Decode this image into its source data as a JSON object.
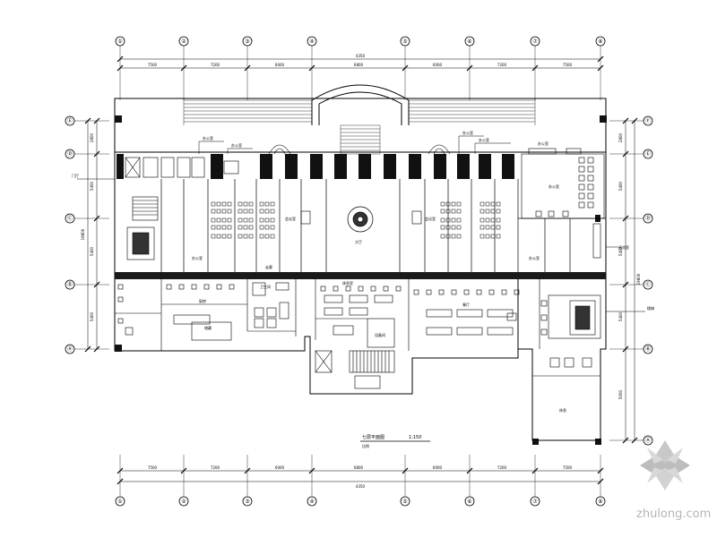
{
  "axis_labels_top": [
    "①",
    "②",
    "③",
    "④",
    "⑤",
    "⑥",
    "⑦",
    "⑧"
  ],
  "axis_labels_bottom": [
    "①",
    "②",
    "③",
    "④",
    "⑤",
    "⑥",
    "⑦",
    "⑧"
  ],
  "axis_labels_left": [
    "Ⓔ",
    "Ⓓ",
    "Ⓒ",
    "Ⓑ",
    "Ⓐ"
  ],
  "axis_labels_right": [
    "Ⓕ",
    "Ⓔ",
    "Ⓓ",
    "Ⓒ",
    "Ⓑ",
    "Ⓐ"
  ],
  "dims_top": {
    "total": "4350",
    "segments": [
      "7500",
      "7200",
      "6000",
      "6800",
      "6000",
      "7200",
      "7500"
    ]
  },
  "dims_bottom": {
    "total": "4350",
    "segments": [
      "7500",
      "7200",
      "6000",
      "6800",
      "6000",
      "7200",
      "7500"
    ]
  },
  "dims_left": {
    "total": "19800",
    "segments": [
      "2800",
      "5400",
      "5400",
      "5400"
    ]
  },
  "dims_right": {
    "total": "19800",
    "segments": [
      "2800",
      "5400",
      "5400",
      "5400",
      "5000"
    ]
  },
  "room_labels": {
    "left_note": "门厅",
    "office_a": "办公室",
    "office_b": "办公室",
    "meeting_a": "会议室",
    "meeting_b": "会议室",
    "hall_center": "大厅",
    "right_office": "办公室",
    "right_room": "阅览室",
    "right_note": "楼梯",
    "corridor": "走廊",
    "restroom": "卫生间",
    "dining": "餐厅",
    "kitchen": "厨房",
    "store": "储藏",
    "lounge": "休息室",
    "bottom_right": "休息",
    "equipment": "设备间",
    "tag_1": "办公室",
    "tag_2": "办公室",
    "tag_3": "办公室",
    "tag_4": "办公室",
    "tag_5": "办公室"
  },
  "title_block": {
    "title": "七层平面图",
    "scale_label": "1:150",
    "subtitle": "比例"
  },
  "watermark": {
    "text": "zhulong.com"
  }
}
